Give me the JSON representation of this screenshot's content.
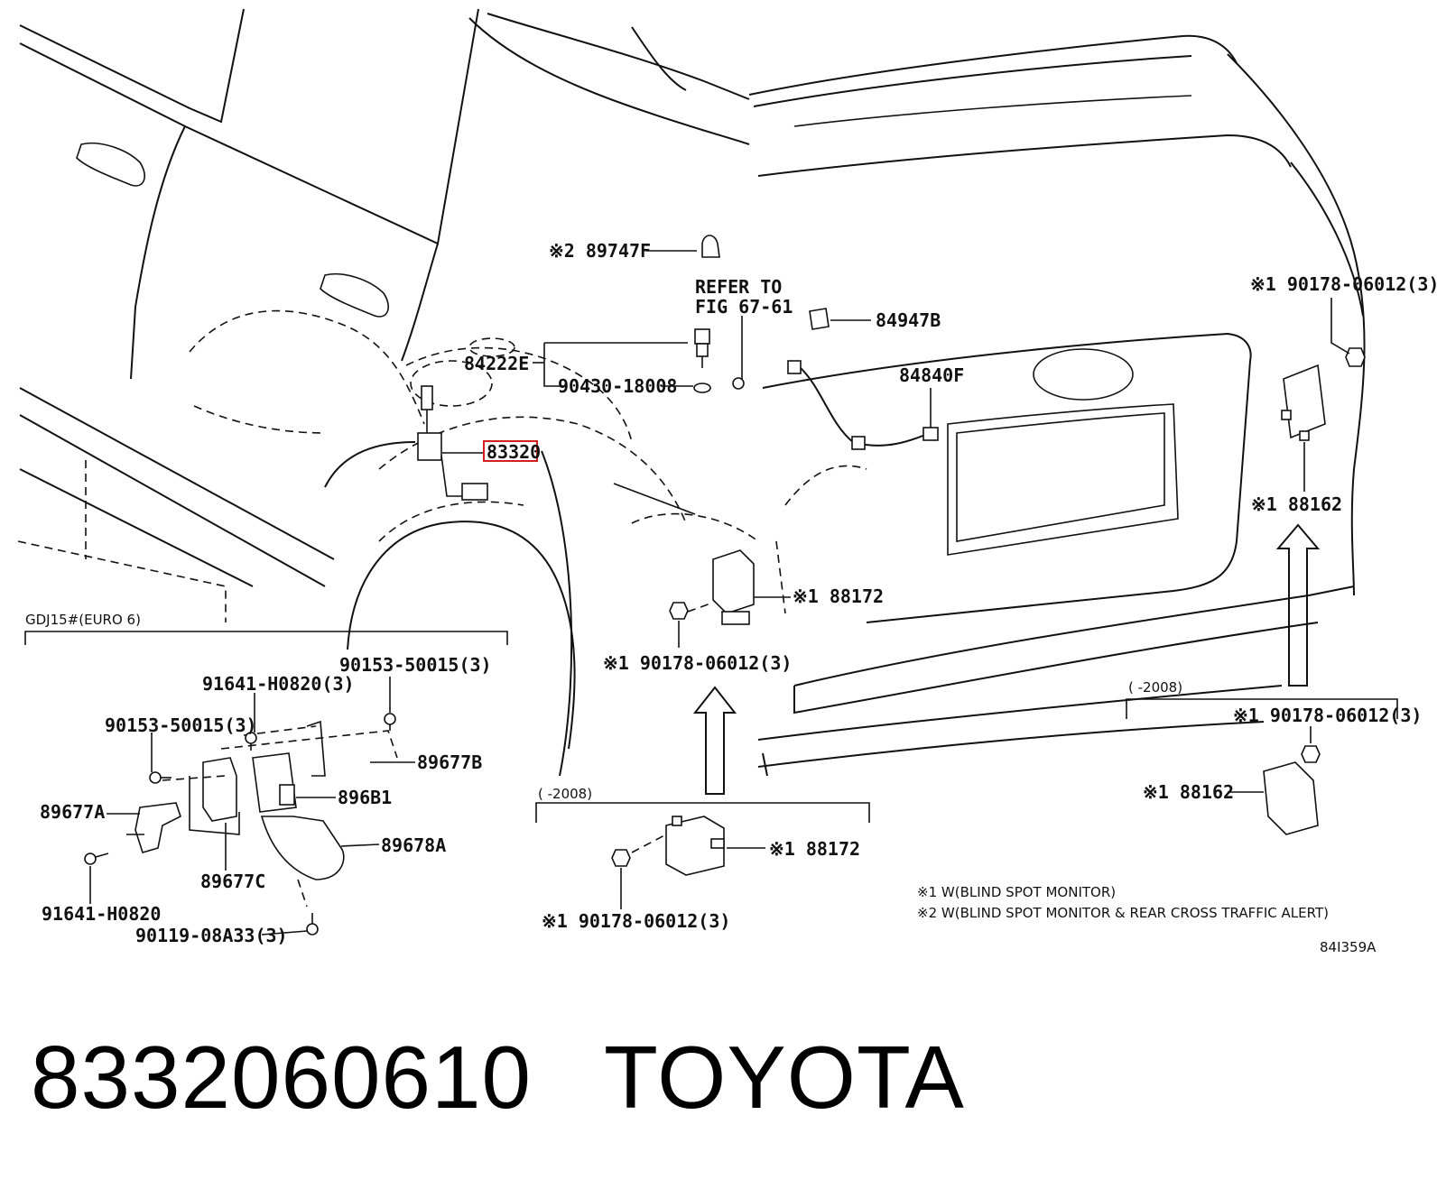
{
  "labels": {
    "p89747F": "※2 89747F",
    "refer1": "REFER TO",
    "refer2": "FIG 67-61",
    "p84947B": "84947B",
    "p84222E": "84222E",
    "p90430": "90430-18008",
    "p84840F": "84840F",
    "p83320": "83320",
    "p90178_top": "※1 90178-06012(3)",
    "p88162_right": "※1 88162",
    "p88172_mid": "※1 88172",
    "p90178_mid": "※1 90178-06012(3)",
    "gdj": "GDJ15#(EURO 6)",
    "p91641_a": "91641-H0820(3)",
    "p90153_a": "90153-50015(3)",
    "p90153_b": "90153-50015(3)",
    "p89677B": "89677B",
    "p89677A": "89677A",
    "p896B1": "896B1",
    "p89678A": "89678A",
    "p89677C": "89677C",
    "p91641_b": "91641-H0820",
    "p90119": "90119-08A33(3)",
    "range_left": "(      -2008)",
    "p88172_low": "※1 88172",
    "p90178_low": "※1 90178-06012(3)",
    "range_right": "(      -2008)",
    "p90178_right": "※1 90178-06012(3)",
    "p88162_low": "※1 88162",
    "note1": "※1 W(BLIND SPOT MONITOR)",
    "note2": "※2 W(BLIND SPOT MONITOR & REAR CROSS TRAFFIC ALERT)",
    "fig_code": "84I359A"
  },
  "caption": {
    "part_number": "8332060610",
    "brand": "TOYOTA"
  },
  "colors": {
    "line": "#111111",
    "highlight": "#d21f1f"
  }
}
